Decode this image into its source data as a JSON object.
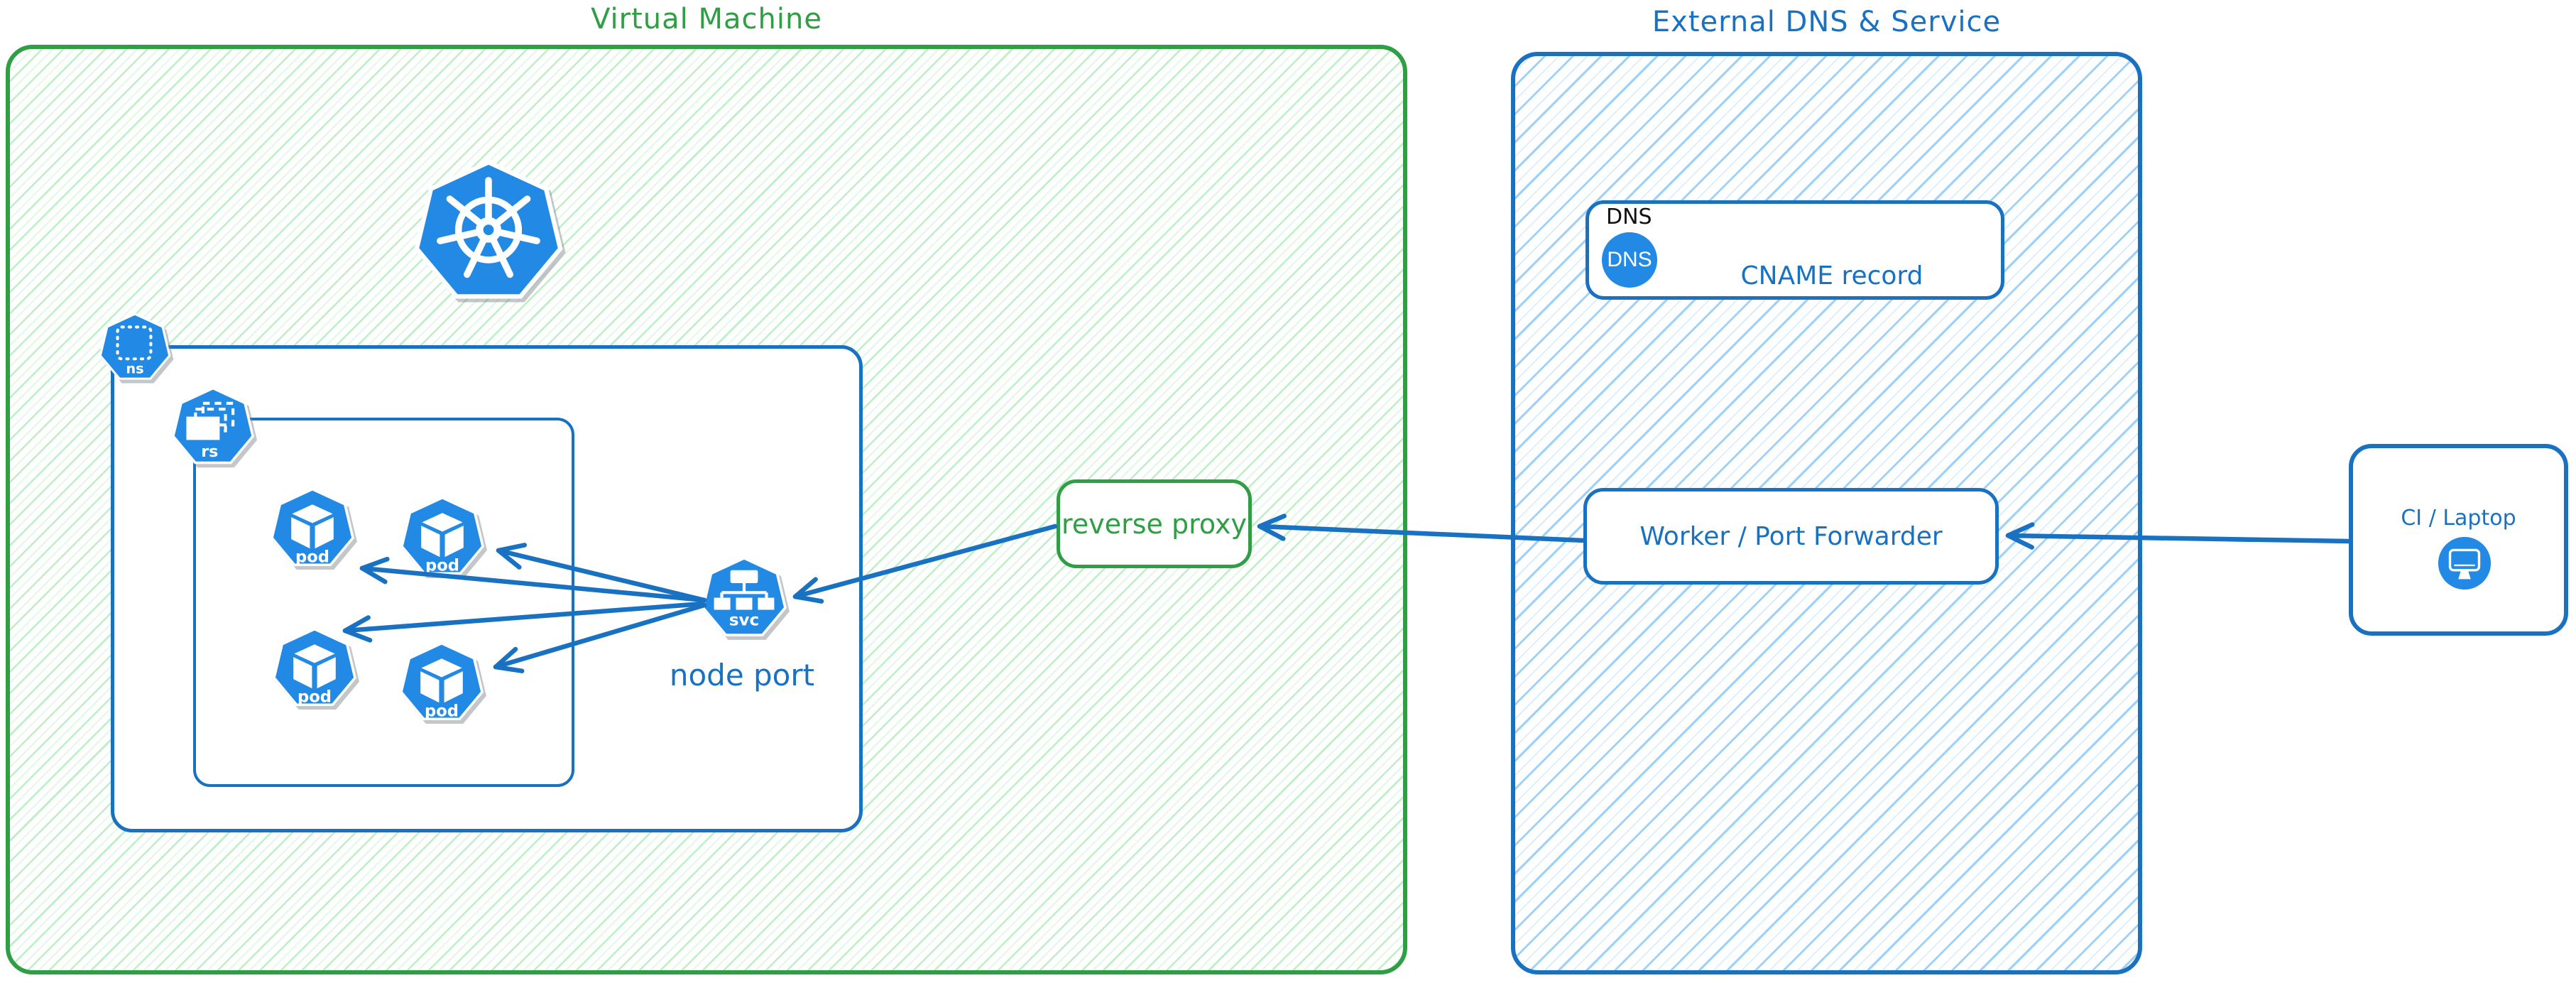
{
  "groups": {
    "vm": {
      "title": "Virtual Machine"
    },
    "external": {
      "title": "External DNS & Service"
    }
  },
  "nodes": {
    "kubernetes_logo": {
      "icon": "kubernetes-helm-wheel"
    },
    "namespace": {
      "label": "ns"
    },
    "replicaset": {
      "label": "rs"
    },
    "pod": {
      "label": "pod"
    },
    "service": {
      "label": "svc",
      "caption": "node port"
    },
    "reverse_proxy": {
      "label": "reverse proxy"
    },
    "dns": {
      "group_label": "DNS",
      "icon_label": "DNS",
      "record": "CNAME record"
    },
    "worker": {
      "label": "Worker / Port Forwarder"
    },
    "ci": {
      "label": "CI / Laptop",
      "icon": "monitor"
    }
  },
  "edges": [
    {
      "from": "ci-laptop",
      "to": "worker-port-forwarder"
    },
    {
      "from": "worker-port-forwarder",
      "to": "reverse-proxy"
    },
    {
      "from": "reverse-proxy",
      "to": "node-port-service"
    },
    {
      "from": "node-port-service",
      "to": "pod-1"
    },
    {
      "from": "node-port-service",
      "to": "pod-2"
    },
    {
      "from": "node-port-service",
      "to": "pod-3"
    },
    {
      "from": "node-port-service",
      "to": "pod-4"
    }
  ],
  "colors": {
    "green_stroke": "#2f9e44",
    "green_hatch": "#69db7c",
    "blue_stroke": "#1971c2",
    "blue_hatch": "#74c0fc",
    "icon_blue": "#2289e5",
    "text_black": "#111111"
  }
}
